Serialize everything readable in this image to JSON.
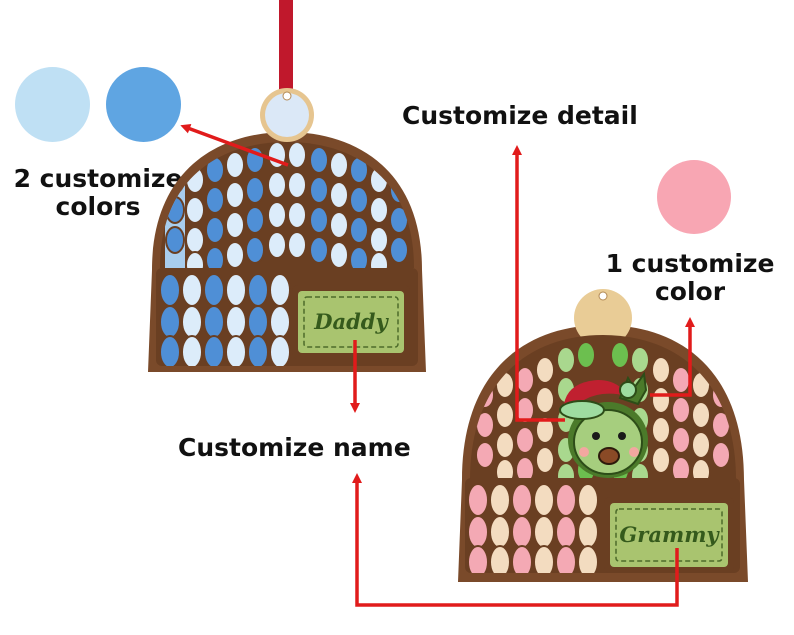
{
  "labels": {
    "two_colors": [
      "2 customize",
      "colors"
    ],
    "one_color": [
      "1 customize",
      "color"
    ],
    "detail": "Customize detail",
    "name": "Customize name"
  },
  "hats": {
    "left_name": "Daddy",
    "right_name": "Grammy"
  },
  "colors": {
    "swatch_light_blue": "#bfe0f4",
    "swatch_blue": "#5fa5e2",
    "swatch_pink": "#f8a6b3",
    "arrow": "#e11b1b",
    "ribbon": "#c0182c"
  }
}
